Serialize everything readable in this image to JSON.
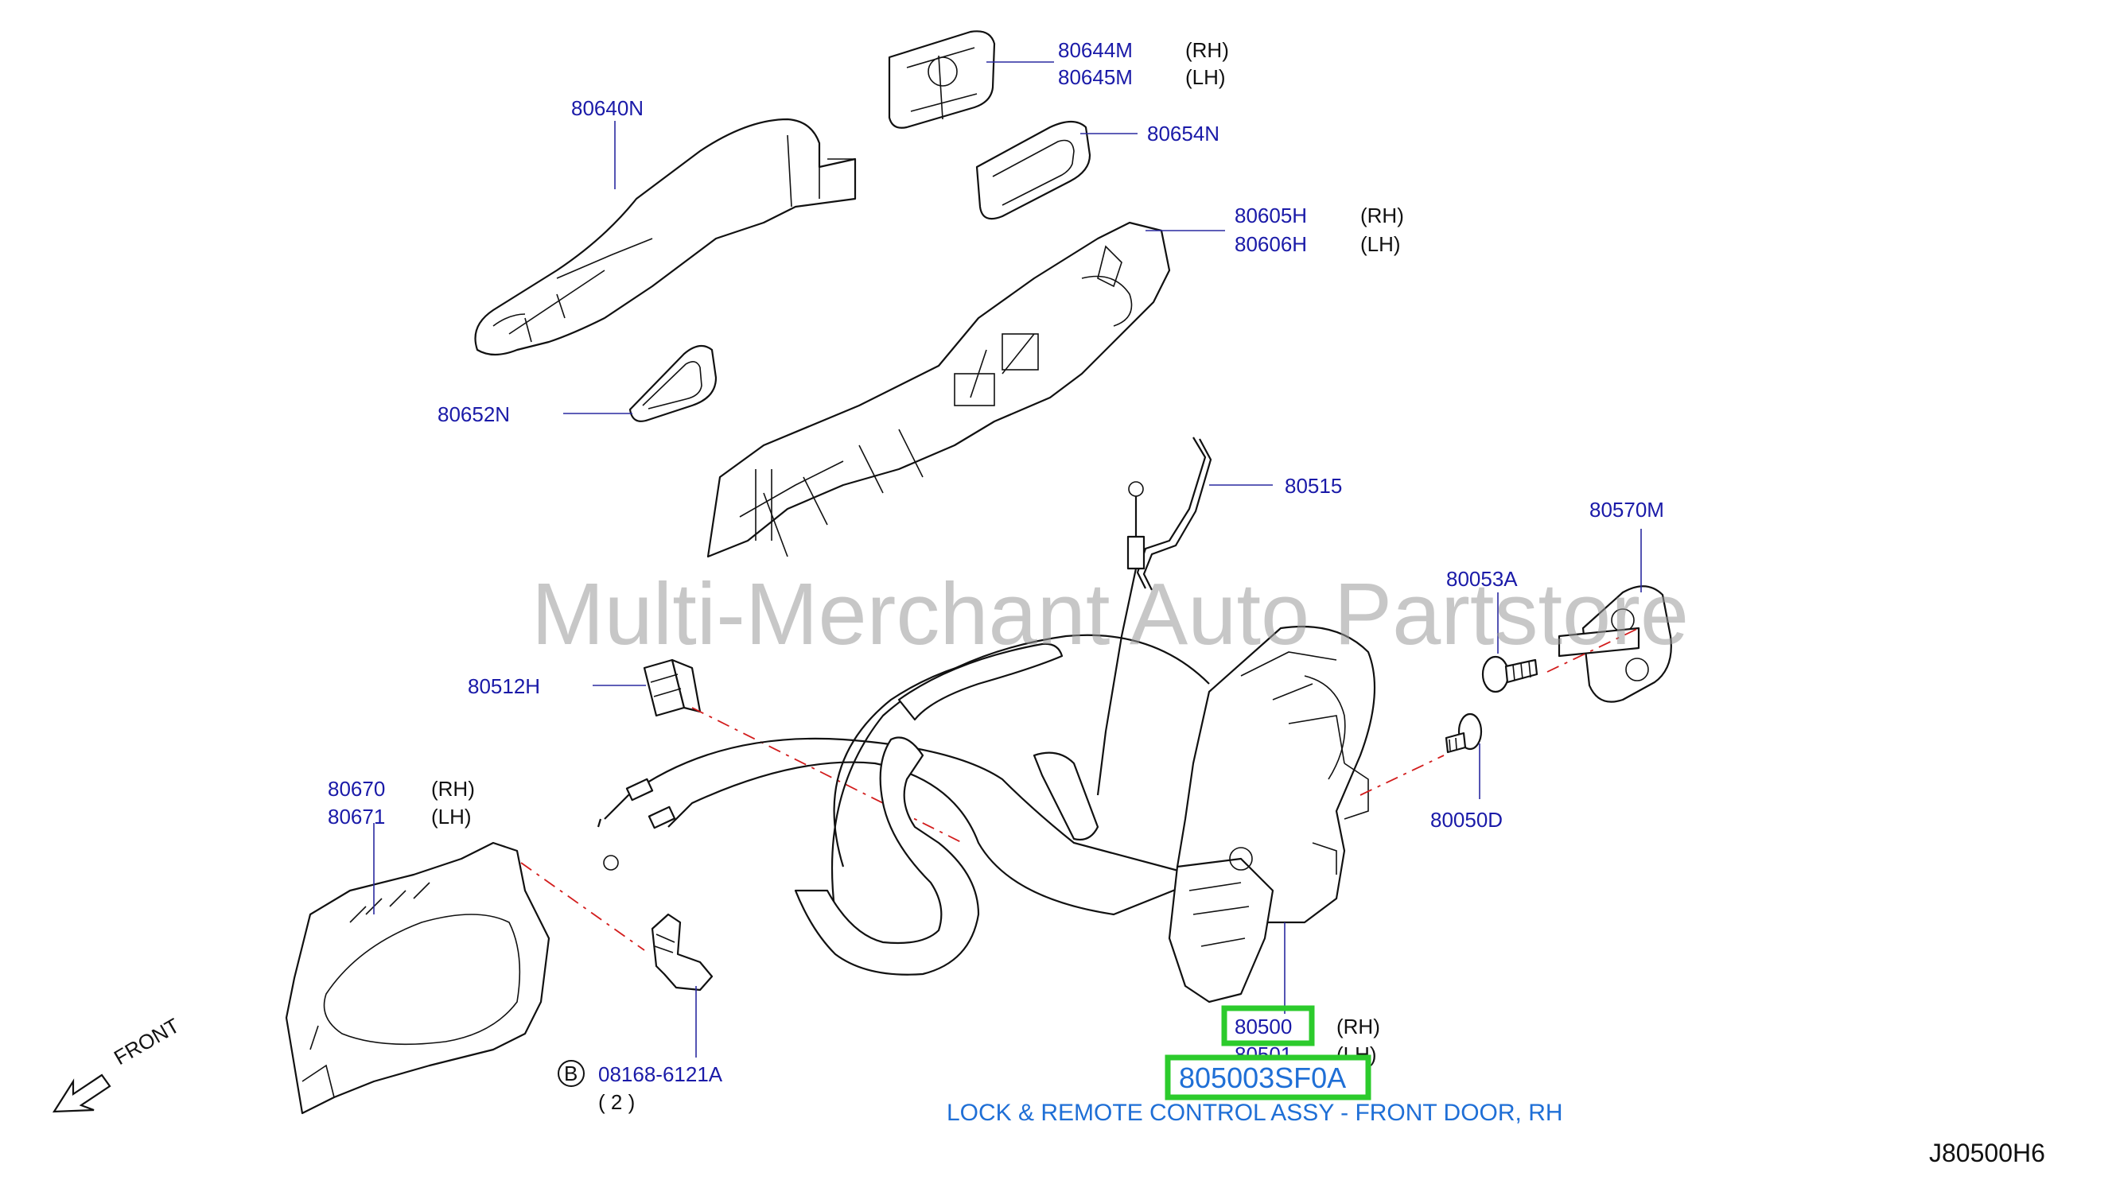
{
  "watermark": "Multi-Merchant Auto Partstore",
  "drawing_code": "J80500H6",
  "front_label": "FRONT",
  "caption": "LOCK & REMOTE CONTROL ASSY - FRONT DOOR, RH",
  "highlighted_part_number": "805003SF0A",
  "bolt_badge": "B",
  "parts": {
    "p80644M": "80644M",
    "p80644M_side": "(RH)",
    "p80645M": "80645M",
    "p80645M_side": "(LH)",
    "p80640N": "80640N",
    "p80654N": "80654N",
    "p80605H": "80605H",
    "p80605H_side": "(RH)",
    "p80606H": "80606H",
    "p80606H_side": "(LH)",
    "p80652N": "80652N",
    "p80515": "80515",
    "p80570M": "80570M",
    "p80053A": "80053A",
    "p80512H": "80512H",
    "p80670": "80670",
    "p80670_side": "(RH)",
    "p80671": "80671",
    "p80671_side": "(LH)",
    "p80050D": "80050D",
    "p80500": "80500",
    "p80500_side": "(RH)",
    "p80501": "80501",
    "p80501_side": "(LH)",
    "p08168": "08168-6121A",
    "p08168_qty": "( 2 )"
  },
  "colors": {
    "label_blue": "#1a1aa8",
    "caption_blue": "#1f6fd6",
    "highlight_green": "#2ccb2c",
    "centerline_red": "#d21c1c"
  }
}
